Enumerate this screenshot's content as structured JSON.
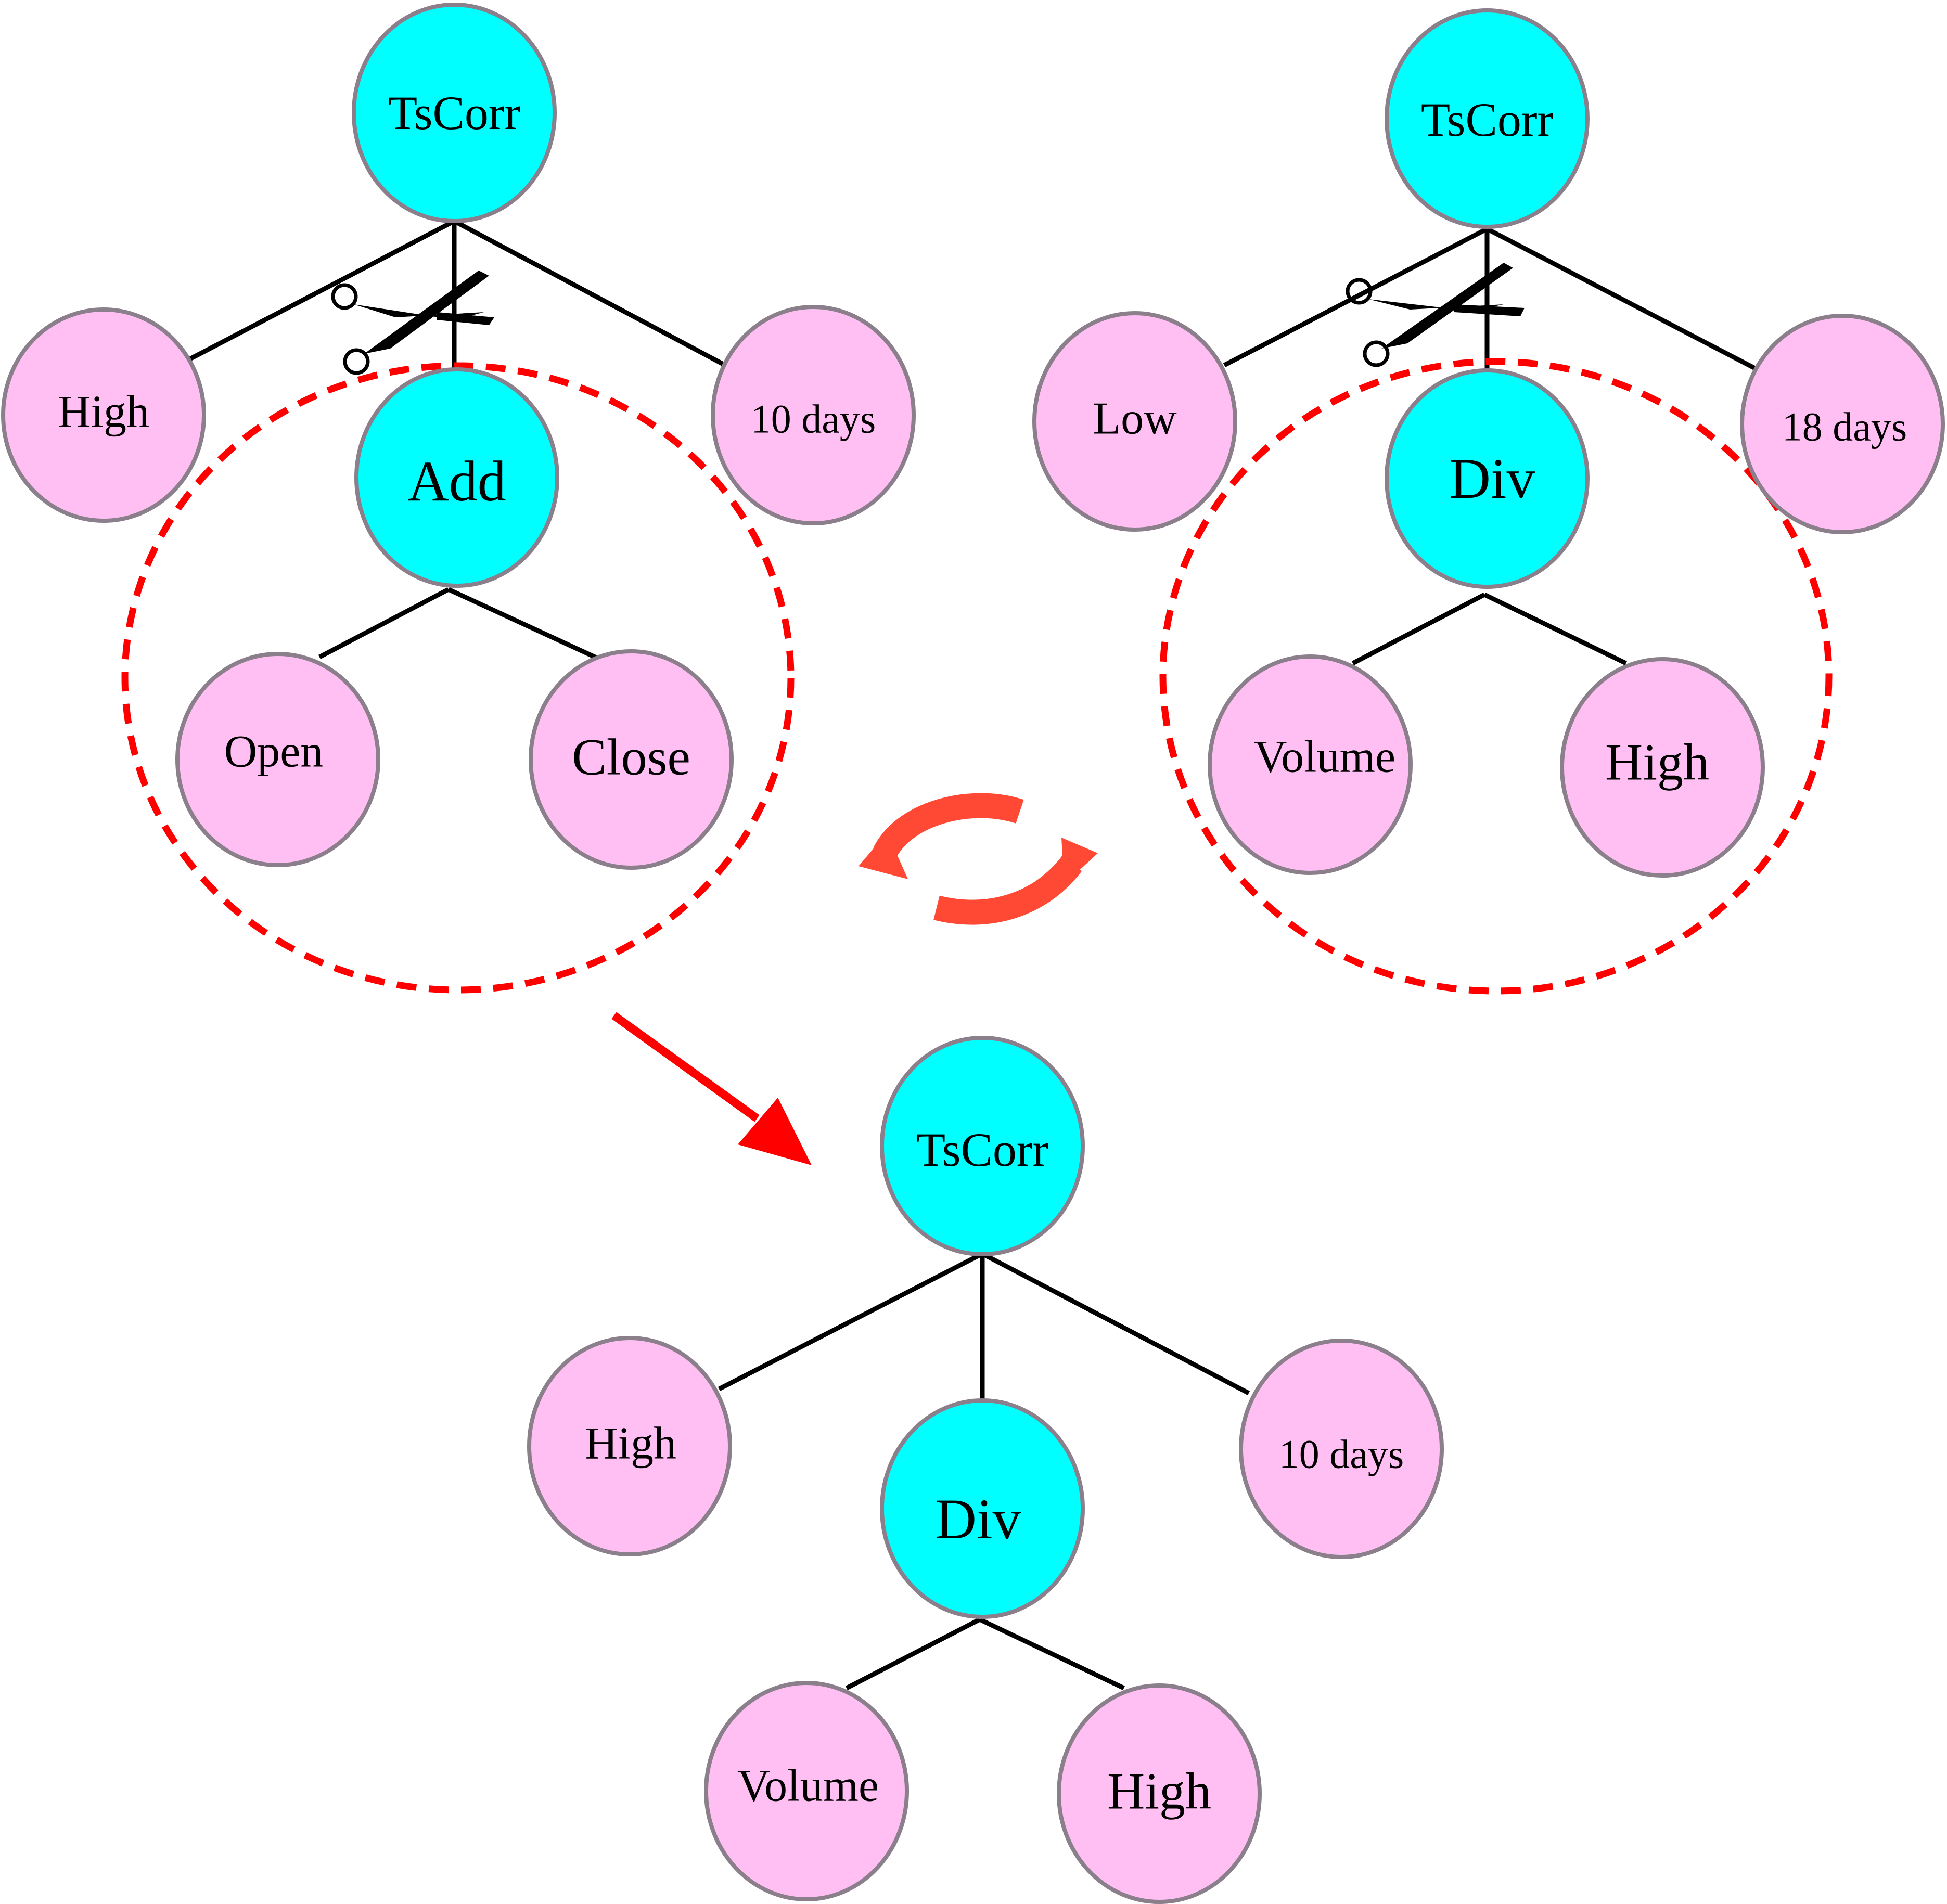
{
  "colors": {
    "operator_fill": "#00ffff",
    "terminal_fill": "#ffbff2",
    "node_stroke": "#8a7f8a",
    "edge": "#000000",
    "highlight": "#ff0000"
  },
  "trees": {
    "parent_left": {
      "root": "TsCorr",
      "left_child": "High",
      "middle_child": "Add",
      "right_child": "10 days",
      "subtree_left": "Open",
      "subtree_right": "Close"
    },
    "parent_right": {
      "root": "TsCorr",
      "left_child": "Low",
      "middle_child": "Div",
      "right_child": "18 days",
      "subtree_left": "Volume",
      "subtree_right": "High"
    },
    "offspring": {
      "root": "TsCorr",
      "left_child": "High",
      "middle_child": "Div",
      "right_child": "10 days",
      "subtree_left": "Volume",
      "subtree_right": "High"
    }
  },
  "icons": {
    "cut": "scissors-icon",
    "swap": "swap-arrows-icon",
    "result": "arrow-right-down-icon"
  }
}
